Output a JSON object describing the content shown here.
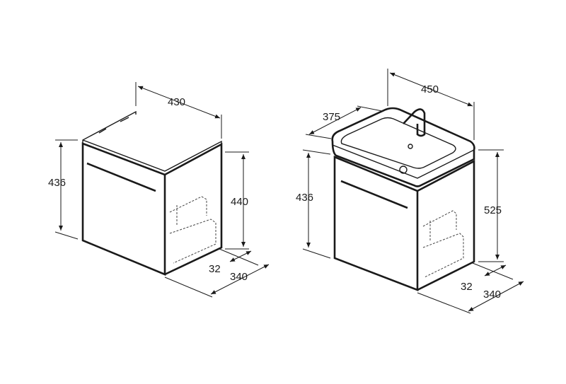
{
  "left_unit": {
    "width": "430",
    "height_front": "436",
    "height_side": "440",
    "offset": "32",
    "depth": "340"
  },
  "right_unit": {
    "width": "450",
    "basin_depth": "375",
    "height_front": "436",
    "height_total": "525",
    "offset": "32",
    "depth": "340"
  }
}
